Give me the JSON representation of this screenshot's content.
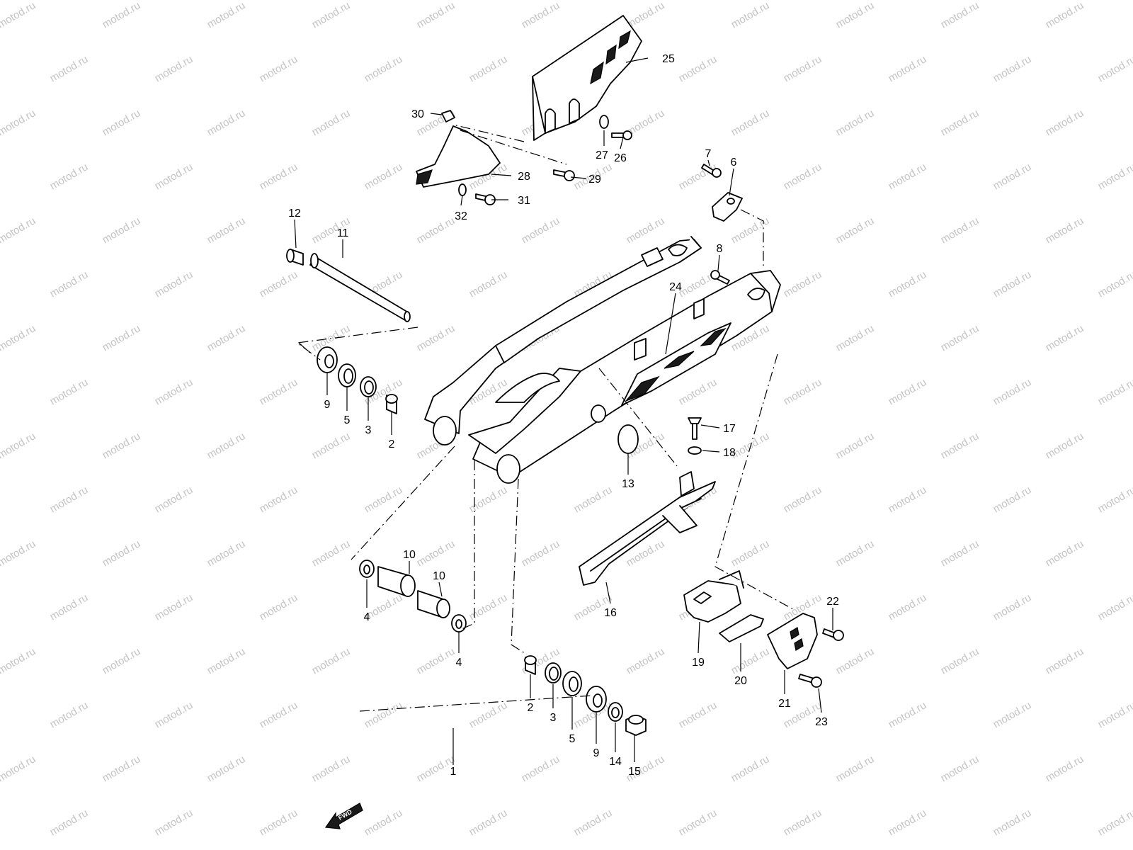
{
  "watermark": "motod.ru",
  "fwd_label": "FWD",
  "callouts": [
    {
      "id": "c1",
      "text": "1"
    },
    {
      "id": "c2a",
      "text": "2"
    },
    {
      "id": "c2b",
      "text": "2"
    },
    {
      "id": "c3a",
      "text": "3"
    },
    {
      "id": "c3b",
      "text": "3"
    },
    {
      "id": "c4a",
      "text": "4"
    },
    {
      "id": "c4b",
      "text": "4"
    },
    {
      "id": "c5a",
      "text": "5"
    },
    {
      "id": "c5b",
      "text": "5"
    },
    {
      "id": "c6",
      "text": "6"
    },
    {
      "id": "c7",
      "text": "7"
    },
    {
      "id": "c8",
      "text": "8"
    },
    {
      "id": "c9a",
      "text": "9"
    },
    {
      "id": "c9b",
      "text": "9"
    },
    {
      "id": "c10a",
      "text": "10"
    },
    {
      "id": "c10b",
      "text": "10"
    },
    {
      "id": "c11",
      "text": "11"
    },
    {
      "id": "c12",
      "text": "12"
    },
    {
      "id": "c13",
      "text": "13"
    },
    {
      "id": "c14",
      "text": "14"
    },
    {
      "id": "c15",
      "text": "15"
    },
    {
      "id": "c16",
      "text": "16"
    },
    {
      "id": "c17",
      "text": "17"
    },
    {
      "id": "c18",
      "text": "18"
    },
    {
      "id": "c19",
      "text": "19"
    },
    {
      "id": "c20",
      "text": "20"
    },
    {
      "id": "c21",
      "text": "21"
    },
    {
      "id": "c22",
      "text": "22"
    },
    {
      "id": "c23",
      "text": "23"
    },
    {
      "id": "c24",
      "text": "24"
    },
    {
      "id": "c25",
      "text": "25"
    },
    {
      "id": "c26",
      "text": "26"
    },
    {
      "id": "c27",
      "text": "27"
    },
    {
      "id": "c28",
      "text": "28"
    },
    {
      "id": "c29",
      "text": "29"
    },
    {
      "id": "c30",
      "text": "30"
    },
    {
      "id": "c31",
      "text": "31"
    },
    {
      "id": "c32",
      "text": "32"
    }
  ]
}
